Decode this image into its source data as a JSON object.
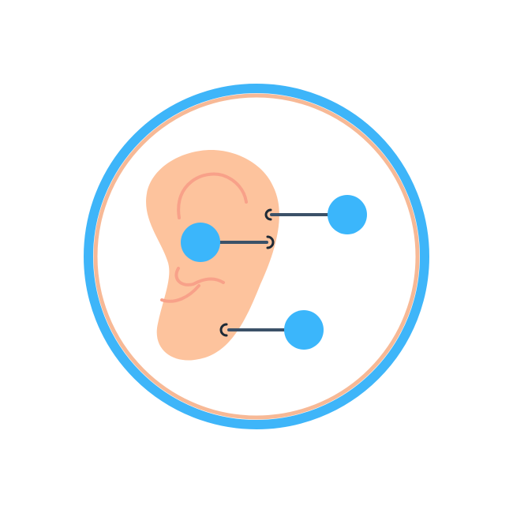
{
  "illustration": {
    "subject": "ear-piercing-icon",
    "colors": {
      "background": "#ffffff",
      "outer_ring": "#3eb5f9",
      "inner_ring": "#f7b996",
      "ear_skin": "#fdc39d",
      "ear_detail": "#f8a189",
      "piercing_ball": "#3bb6fb",
      "piercing_bar": "#3b5168",
      "piercing_hoop": "#1e2a36"
    },
    "piercings": [
      {
        "name": "helix-piercing"
      },
      {
        "name": "tragus-piercing"
      },
      {
        "name": "lobe-piercing"
      }
    ]
  }
}
